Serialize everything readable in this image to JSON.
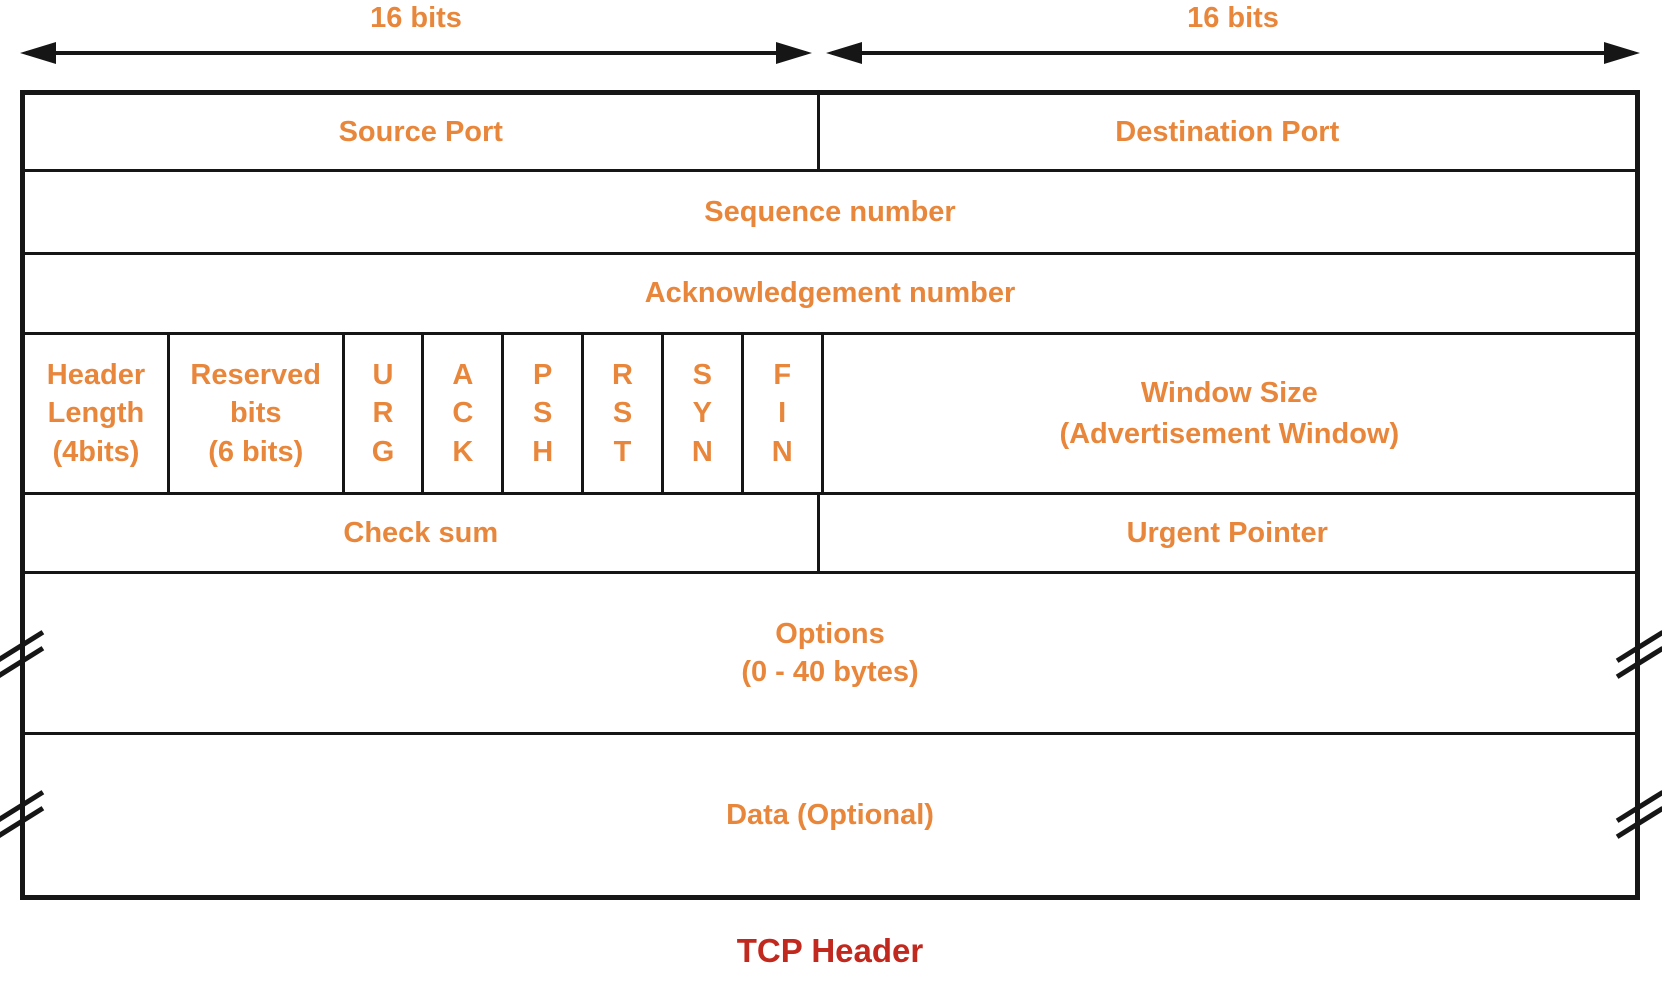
{
  "diagram": {
    "title": "TCP Header",
    "bit_labels": {
      "left": "16 bits",
      "right": "16 bits"
    },
    "fields": {
      "source_port": "Source Port",
      "destination_port": "Destination Port",
      "sequence_number": "Sequence number",
      "acknowledgement_number": "Acknowledgement number",
      "header_length": "Header\nLength\n(4bits)",
      "reserved_bits": "Reserved\nbits\n(6 bits)",
      "flags": [
        "U\nR\nG",
        "A\nC\nK",
        "P\nS\nH",
        "R\nS\nT",
        "S\nY\nN",
        "F\nI\nN"
      ],
      "window_size": "Window Size\n(Advertisement Window)",
      "checksum": "Check sum",
      "urgent_pointer": "Urgent Pointer",
      "options": "Options\n(0 - 40 bytes)",
      "data": "Data (Optional)"
    },
    "colors": {
      "field_text_orange": "#E8873B",
      "title_red": "#C1281E",
      "line_black": "#161616",
      "background": "#FFFFFF"
    }
  }
}
